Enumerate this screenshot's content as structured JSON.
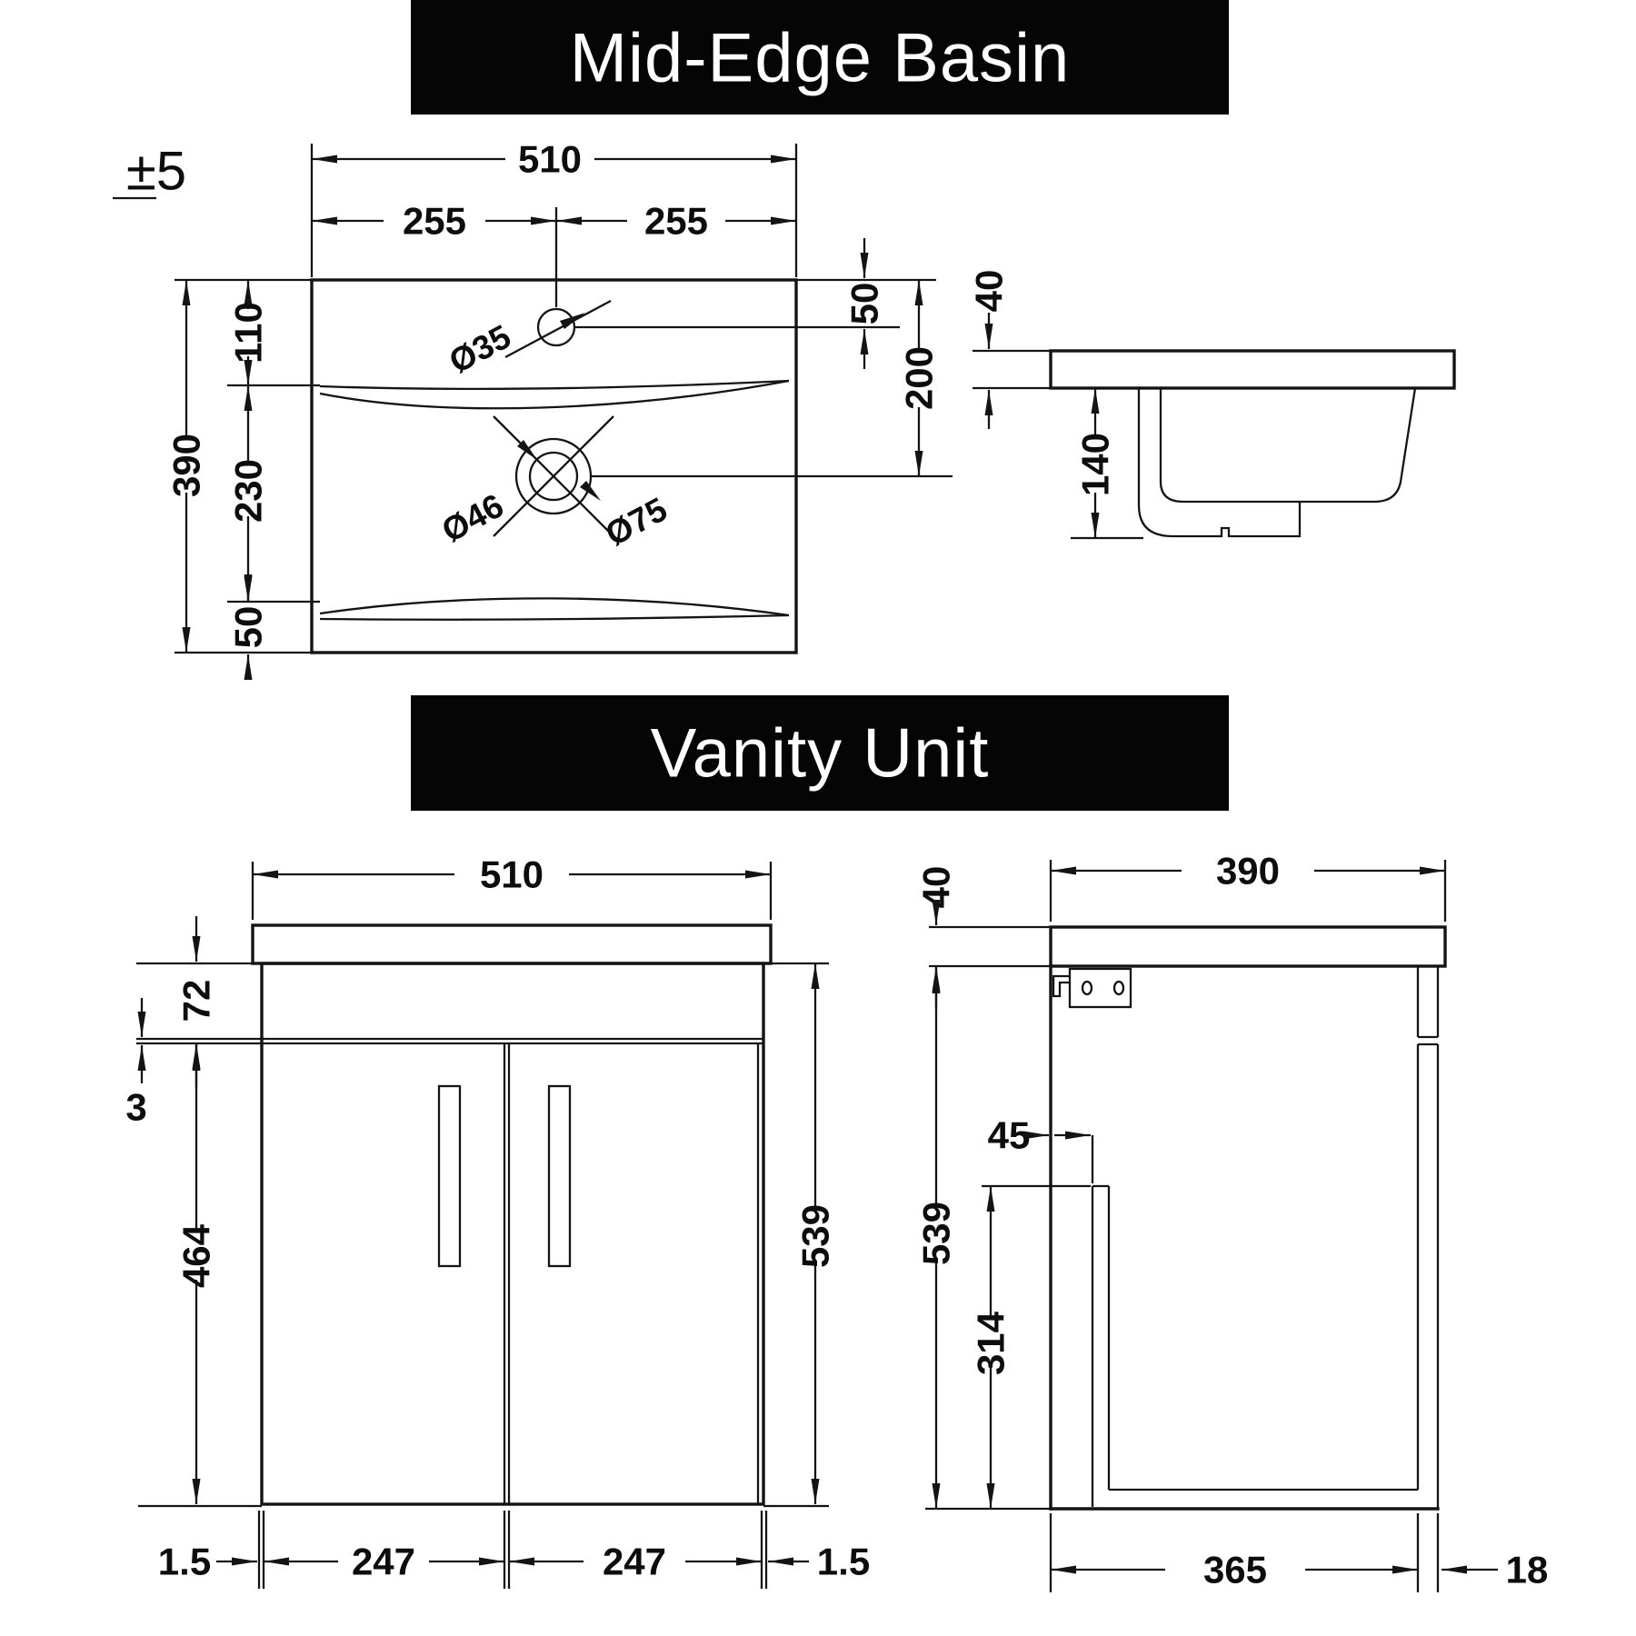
{
  "titles": {
    "basin": "Mid-Edge Basin",
    "vanity": "Vanity Unit"
  },
  "tolerance": "±5",
  "basin_front": {
    "overall_width": "510",
    "half_width_left": "255",
    "half_width_right": "255",
    "overall_depth": "390",
    "edge_to_ledge": "110",
    "ledge_to_ledge": "230",
    "ledge_to_front": "50",
    "tap_offset": "50",
    "tap_to_waste": "200",
    "tap_hole_dia": "Ø35",
    "waste_dia": "Ø46",
    "overflow_dia": "Ø75"
  },
  "basin_side": {
    "rim_thickness": "40",
    "bowl_depth": "140"
  },
  "vanity_front": {
    "width": "510",
    "rail_height": "72",
    "door_gap": "3",
    "door_height": "464",
    "height": "539",
    "gap_left": "1.5",
    "door_width_left": "247",
    "door_width_right": "247",
    "gap_right": "1.5"
  },
  "vanity_side": {
    "depth": "390",
    "worktop_thickness": "40",
    "height": "539",
    "front_offset": "45",
    "inner_height": "314",
    "base_depth": "365",
    "back_panel": "18"
  }
}
